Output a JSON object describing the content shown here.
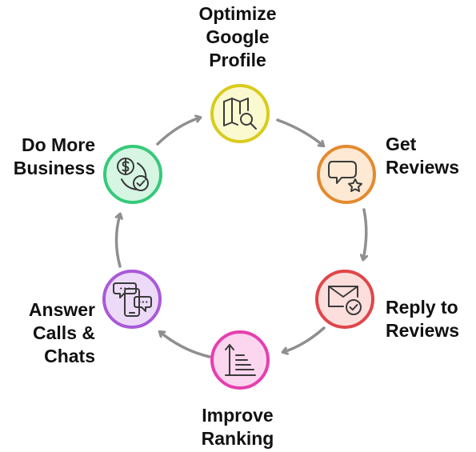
{
  "steps": [
    {
      "id": "optimize",
      "lines": [
        "Optimize",
        "Google",
        "Profile"
      ],
      "icon": "map-search-icon",
      "stroke": "#d9cc1c",
      "fill": "#fbf9cf"
    },
    {
      "id": "get-reviews",
      "lines": [
        "Get",
        "Reviews"
      ],
      "icon": "chat-star-icon",
      "stroke": "#e38a2e",
      "fill": "#fde9d4"
    },
    {
      "id": "reply",
      "lines": [
        "Reply to",
        "Reviews"
      ],
      "icon": "mail-check-icon",
      "stroke": "#e0464a",
      "fill": "#fcdedd"
    },
    {
      "id": "improve",
      "lines": [
        "Improve",
        "Ranking"
      ],
      "icon": "ranking-bars-icon",
      "stroke": "#e63fae",
      "fill": "#fbd6ee"
    },
    {
      "id": "answer",
      "lines": [
        "Answer",
        "Calls &",
        "Chats"
      ],
      "icon": "phone-chat-icon",
      "stroke": "#a95ad8",
      "fill": "#ecdaf8"
    },
    {
      "id": "do-more",
      "lines": [
        "Do More",
        "Business"
      ],
      "icon": "money-cycle-icon",
      "stroke": "#35c97a",
      "fill": "#d6f5e3"
    }
  ],
  "arrow_color": "#8f8f8f",
  "icon_color": "#3a3a3a"
}
